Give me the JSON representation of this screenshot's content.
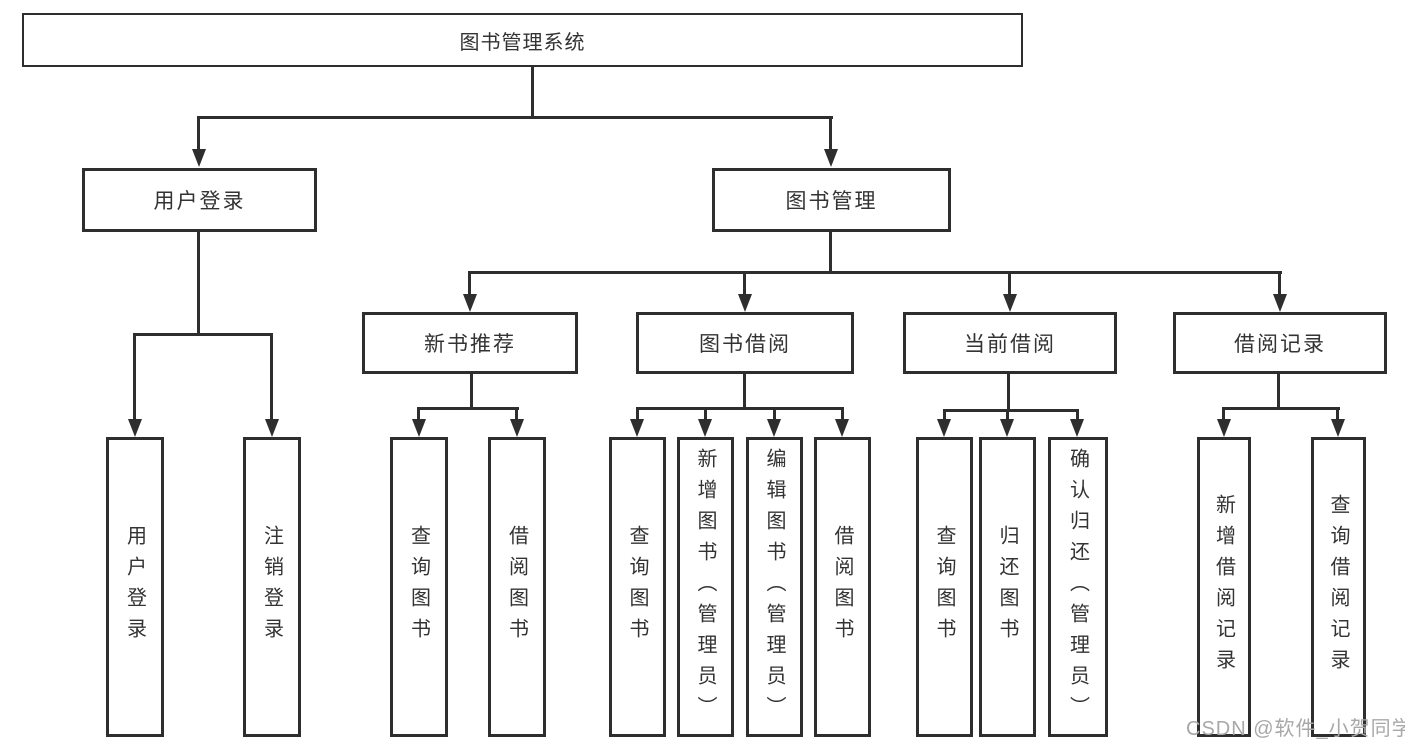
{
  "colors": {
    "line": "#2e2e2e",
    "text": "#333333",
    "watermark": "#a8a8a8",
    "background": "#ffffff"
  },
  "diagram_type": "hierarchy-tree",
  "tree": {
    "root": {
      "label": "图书管理系统"
    },
    "branches": [
      {
        "label": "用户登录",
        "children": [
          {
            "label": "用户登录"
          },
          {
            "label": "注销登录"
          }
        ]
      },
      {
        "label": "图书管理",
        "children": [
          {
            "label": "新书推荐",
            "children": [
              {
                "label": "查询图书"
              },
              {
                "label": "借阅图书"
              }
            ]
          },
          {
            "label": "图书借阅",
            "children": [
              {
                "label": "查询图书"
              },
              {
                "label": "新增图书（管理员）"
              },
              {
                "label": "编辑图书（管理员）"
              },
              {
                "label": "借阅图书"
              }
            ]
          },
          {
            "label": "当前借阅",
            "children": [
              {
                "label": "查询图书"
              },
              {
                "label": "归还图书"
              },
              {
                "label": "确认归还（管理员）"
              }
            ]
          },
          {
            "label": "借阅记录",
            "children": [
              {
                "label": "新增借阅记录"
              },
              {
                "label": "查询借阅记录"
              }
            ]
          }
        ]
      }
    ]
  },
  "watermark": {
    "text": "CSDN @软件_小贺同学"
  }
}
